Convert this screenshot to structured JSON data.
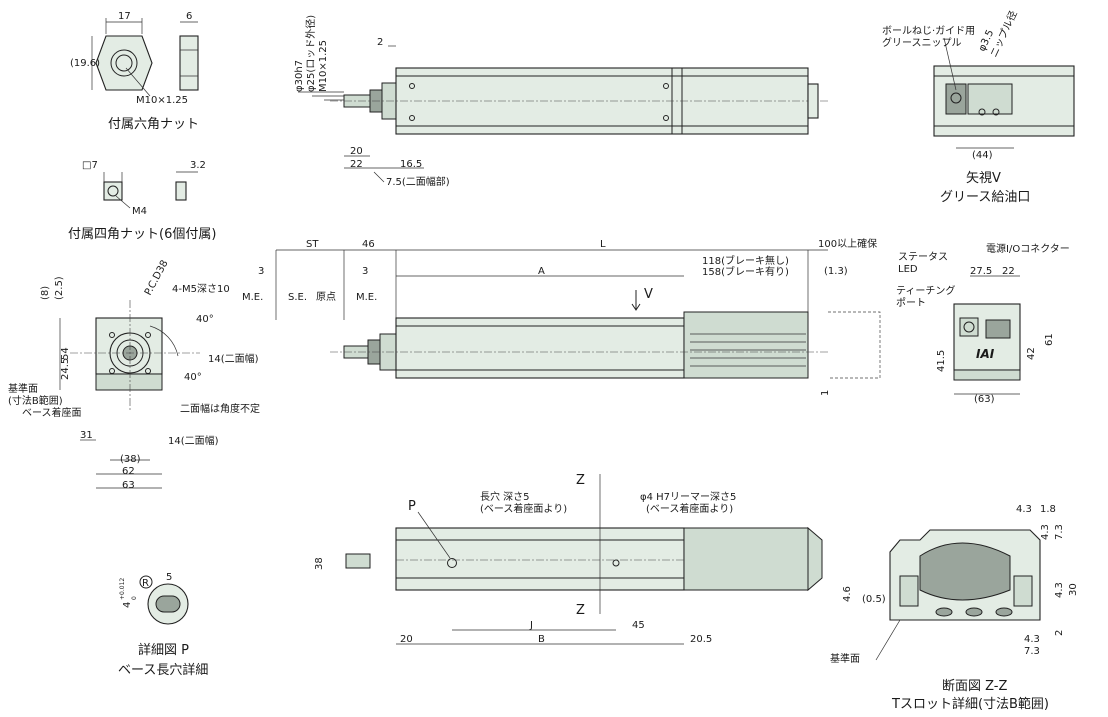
{
  "colors": {
    "part_fill": "#e3ece4",
    "part_shade": "#cfdcd1",
    "line": "#222222"
  },
  "captions": {
    "hex_nut": "付属六角ナット",
    "square_nut": "付属四角ナット(6個付属)",
    "arrow_view": "矢視V",
    "grease_port": "グリース給油口",
    "detail_p": "詳細図 P",
    "detail_p_sub": "ベース長穴詳細",
    "section": "断面図 Z-Z",
    "section_sub": "Tスロット詳細(寸法B範囲)"
  },
  "labels": {
    "m10": "M10×1.25",
    "m4": "M4",
    "grease_nipple_1": "ボールねじ·ガイド用",
    "grease_nipple_2": "グリースニップル",
    "phi35": "φ3.5",
    "nipple_od": "ニップル径",
    "status_1": "ステータス",
    "status_2": "LED",
    "teach_1": "ティーチング",
    "teach_2": "ポート",
    "power": "電源I/Oコネクター",
    "pcd": "P.C.D38",
    "m5": "4-M5深さ10",
    "flats_note": "二面幅は角度不定",
    "ref_face_1": "基準面",
    "ref_face_2": "(寸法B範囲)",
    "base_face": "ベース着座面",
    "me": "M.E.",
    "se": "S.E.",
    "origin": "原点",
    "view_v": "V",
    "slot_1": "長穴 深さ5",
    "slot_2": "(ベース着座面より)",
    "ream_1": "φ4 H7リーマー深さ5",
    "ream_2": "(ベース着座面より)",
    "z": "Z",
    "p": "P",
    "ref_face": "基準面",
    "iai": "IAI",
    "r": "R",
    "rod_phi30": "φ30h7",
    "rod_phi25": "φ25(ロッド外径)",
    "rod_m10": "M10×1.25",
    "flats14": "14(二面幅)",
    "dist_clearance": "100以上確保",
    "brake_none": "118(ブレーキ無し)",
    "brake_with": "158(ブレーキ有り)",
    "tol": "4",
    "tol_sup": "+0.012",
    "tol_sub": "0"
  },
  "dims": {
    "d17": "17",
    "d6": "6",
    "d19_6": "(19.6)",
    "d7": "□7",
    "d3_2": "3.2",
    "d2": "2",
    "d20": "20",
    "d22": "22",
    "d16_5": "16.5",
    "d7_5": "7.5(二面幅部)",
    "d44": "(44)",
    "d3": "3",
    "st": "ST",
    "d46": "46",
    "L": "L",
    "A": "A",
    "d1_3": "(1.3)",
    "d8": "(8)",
    "d2_5": "(2.5)",
    "d54": "54",
    "d24_5": "24.5",
    "d40a": "40°",
    "d40b": "40°",
    "d31": "31",
    "d38p": "(38)",
    "d62": "62",
    "d63": "63",
    "d27_5": "27.5",
    "d22b": "22",
    "d41_5": "41.5",
    "d42": "42",
    "d61": "61",
    "d63p": "(63)",
    "d1": "1",
    "d38": "38",
    "J": "J",
    "B": "B",
    "d45": "45",
    "d20b": "20",
    "d20_5": "20.5",
    "d5": "5",
    "d4_3": "4.3",
    "d1_8": "1.8",
    "d0_5": "(0.5)",
    "d4_6": "4.6",
    "d30": "30",
    "d7_3": "7.3"
  }
}
